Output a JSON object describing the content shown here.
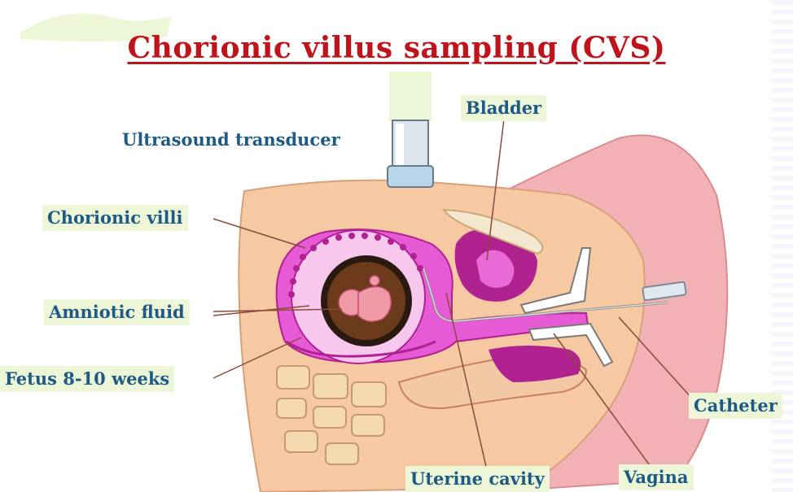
{
  "title": "Chorionic villus sampling (CVS)",
  "labels": {
    "ultrasound_transducer": "Ultrasound transducer",
    "bladder": "Bladder",
    "chorionic_villi": "Chorionic villi",
    "amniotic_fluid": "Amniotic fluid",
    "fetus": "Fetus 8-10 weeks",
    "catheter": "Catheter",
    "uterine_cavity": "Uterine cavity",
    "vagina": "Vagina"
  },
  "colors": {
    "title": "#c0141c",
    "label_text": "#1d5a86",
    "label_highlight": "#eef6d8",
    "skin": "#f6c9a3",
    "skin_pink": "#f2b2b5",
    "uterus": "#e75ad6",
    "uterus_dark": "#b0228f",
    "amniotic": "#6b3b1c",
    "leader": "#8a4a3a"
  }
}
